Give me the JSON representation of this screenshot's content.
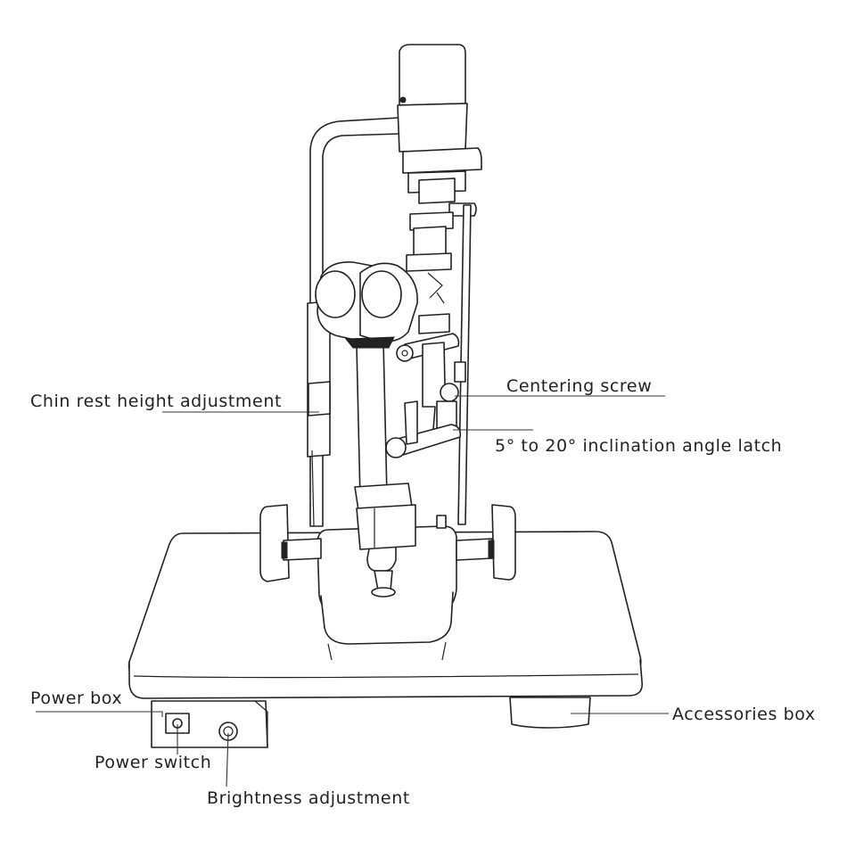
{
  "labels": {
    "chin_rest_height_adjustment": "Chin rest height adjustment",
    "centering_screw": "Centering screw",
    "inclination_angle_latch": "5° to 20° inclination angle latch",
    "power_box": "Power box",
    "power_switch": "Power switch",
    "brightness_adjustment": "Brightness adjustment",
    "accessories_box": "Accessories box"
  }
}
